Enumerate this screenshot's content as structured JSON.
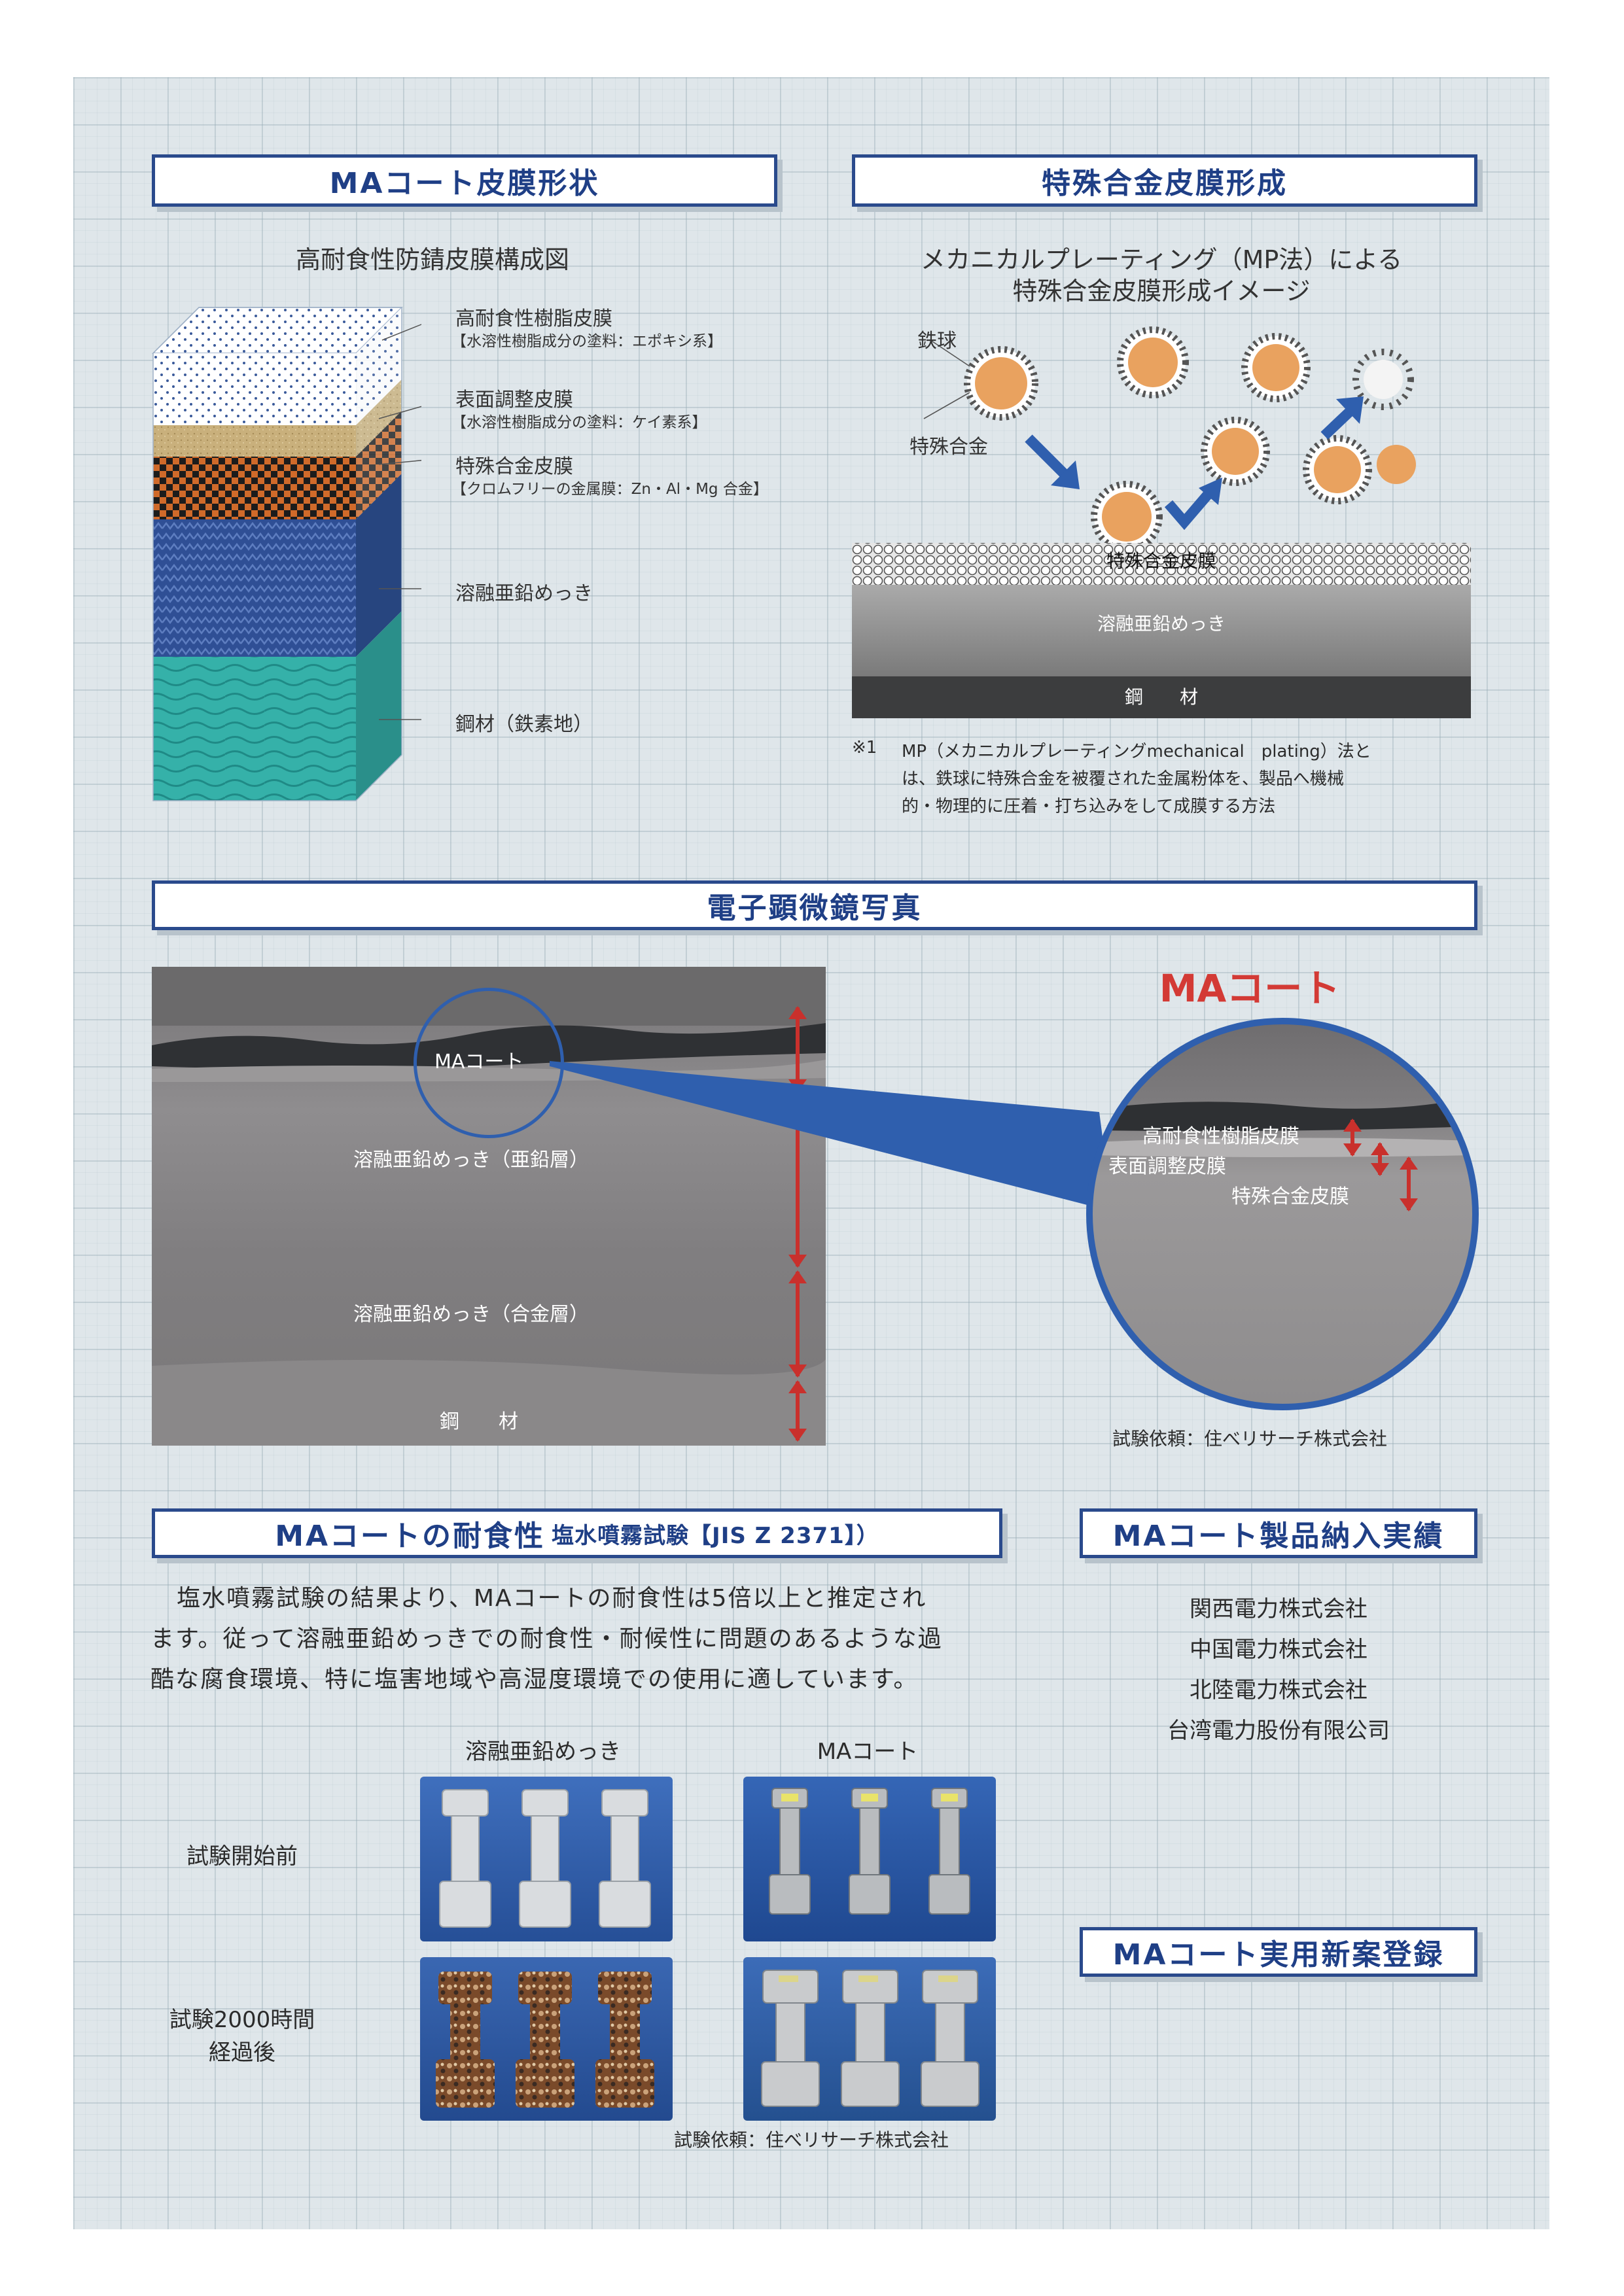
{
  "headers": {
    "ma_shape": "MAコート皮膜形状",
    "alloy": "特殊合金皮膜形成",
    "microscope": "電子顕微鏡写真",
    "corrosion_main": "MAコートの耐食性",
    "corrosion_sub": "塩水噴霧試験【JIS Z 2371】）",
    "delivery": "MAコート製品納入実績",
    "utility": "MAコート実用新案登録"
  },
  "layer_diagram": {
    "title": "高耐食性防錆皮膜構成図",
    "layers": [
      {
        "name": "高耐食性樹脂皮膜",
        "note": "【水溶性樹脂成分の塗料：エポキシ系】"
      },
      {
        "name": "表面調整皮膜",
        "note": "【水溶性樹脂成分の塗料：ケイ素系】"
      },
      {
        "name": "特殊合金皮膜",
        "note": "【クロムフリーの金属膜：Zn・Al・Mg 合金】"
      },
      {
        "name": "溶融亜鉛めっき",
        "note": ""
      },
      {
        "name": "鋼材（鉄素地）",
        "note": ""
      }
    ]
  },
  "mp_diagram": {
    "title_line1": "メカニカルプレーティング（MP法）による",
    "title_line2": "特殊合金皮膜形成イメージ",
    "label_ball": "鉄球",
    "label_alloy": "特殊合金",
    "layer_alloy": "特殊合金皮膜",
    "layer_zinc": "溶融亜鉛めっき",
    "layer_steel": "鋼　　材",
    "note_mark": "※1",
    "note_lines": [
      "MP（メカニカルプレーティングmechanical　plating）法と",
      "は、鉄球に特殊合金を被覆された金属粉体を、製品へ機械",
      "的・物理的に圧着・打ち込みをして成膜する方法"
    ]
  },
  "micro": {
    "ma_label": "MAコート",
    "zinc_layer": "溶融亜鉛めっき（亜鉛層）",
    "alloy_layer": "溶融亜鉛めっき（合金層）",
    "steel": "鋼　　材",
    "zoom_title": "MAコート",
    "zoom_resin": "高耐食性樹脂皮膜",
    "zoom_surface": "表面調整皮膜",
    "zoom_alloy": "特殊合金皮膜",
    "credit": "試験依頼：住べリサーチ株式会社"
  },
  "corrosion": {
    "text_lines": [
      "塩水噴霧試験の結果より、MAコートの耐食性は5倍以上と推定され",
      "ます。従って溶融亜鉛めっきでの耐食性・耐候性に問題のあるような過",
      "酷な腐食環境、特に塩害地域や高湿度環境での使用に適しています。"
    ],
    "col_zinc": "溶融亜鉛めっき",
    "col_ma": "MAコート",
    "row_before": "試験開始前",
    "row_after_1": "試験2000時間",
    "row_after_2": "経過後",
    "credit": "試験依頼：住べリサーチ株式会社"
  },
  "delivery_list": [
    "関西電力株式会社",
    "中国電力株式会社",
    "北陸電力株式会社",
    "台湾電力股份有限公司"
  ],
  "colors": {
    "navy": "#2a4a8c",
    "red": "#d33a35",
    "orange": "#e9a25f"
  }
}
